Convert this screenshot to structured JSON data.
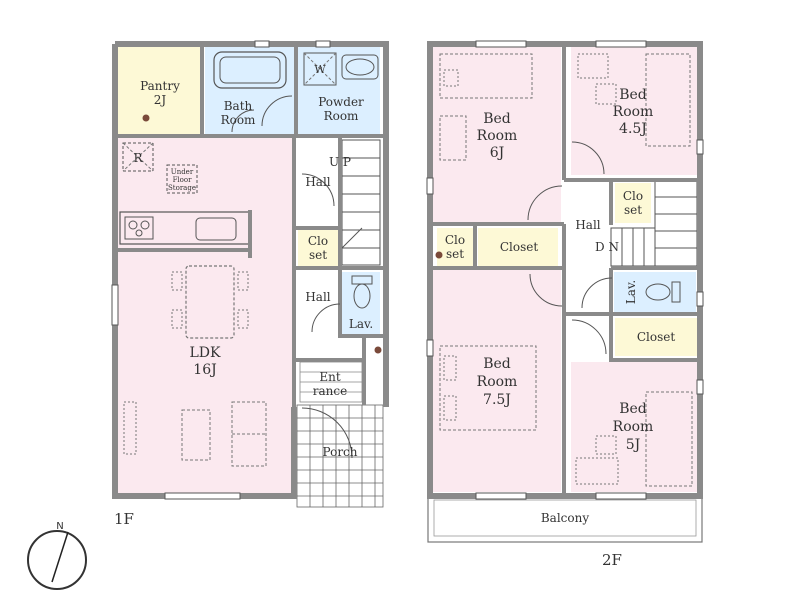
{
  "colors": {
    "living": "#fbe9ef",
    "pantry": "#fdf9d6",
    "water": "#dcefff",
    "closet": "#fdf9d6",
    "wall": "#8a8a8a",
    "hall": "#ffffff",
    "balcony": "#ffffff"
  },
  "floor1": {
    "label": "1F",
    "rooms": {
      "pantry": {
        "name": "Pantry",
        "size": "2J"
      },
      "bath": {
        "line1": "Bath",
        "line2": "Room"
      },
      "powder": {
        "line1": "Powder",
        "line2": "Room"
      },
      "washer": "W",
      "fridge": "R",
      "underfloor": {
        "line1": "Under",
        "line2": "Floor",
        "line3": "Storage"
      },
      "ldk": {
        "name": "LDK",
        "size": "16J"
      },
      "hall_up": {
        "name": "Hall",
        "stair": "U P"
      },
      "closet": {
        "line1": "Clo",
        "line2": "set"
      },
      "hall_lower": "Hall",
      "lav": "Lav.",
      "entrance": {
        "line1": "Ent",
        "line2": "rance"
      },
      "porch": "Porch"
    }
  },
  "floor2": {
    "label": "2F",
    "rooms": {
      "bed6": {
        "line1": "Bed",
        "line2": "Room",
        "size": "6J"
      },
      "bed45": {
        "line1": "Bed",
        "line2": "Room",
        "size": "4.5J"
      },
      "closet_a": {
        "line1": "Clo",
        "line2": "set"
      },
      "hall": {
        "name": "Hall",
        "stair": "D N"
      },
      "closet_b": {
        "line1": "Clo",
        "line2": "set"
      },
      "closet_c": "Closet",
      "lav": "Lav.",
      "closet_d": "Closet",
      "bed75": {
        "line1": "Bed",
        "line2": "Room",
        "size": "7.5J"
      },
      "bed5": {
        "line1": "Bed",
        "line2": "Room",
        "size": "5J"
      },
      "balcony": "Balcony"
    }
  },
  "compass": {
    "north": "N"
  }
}
